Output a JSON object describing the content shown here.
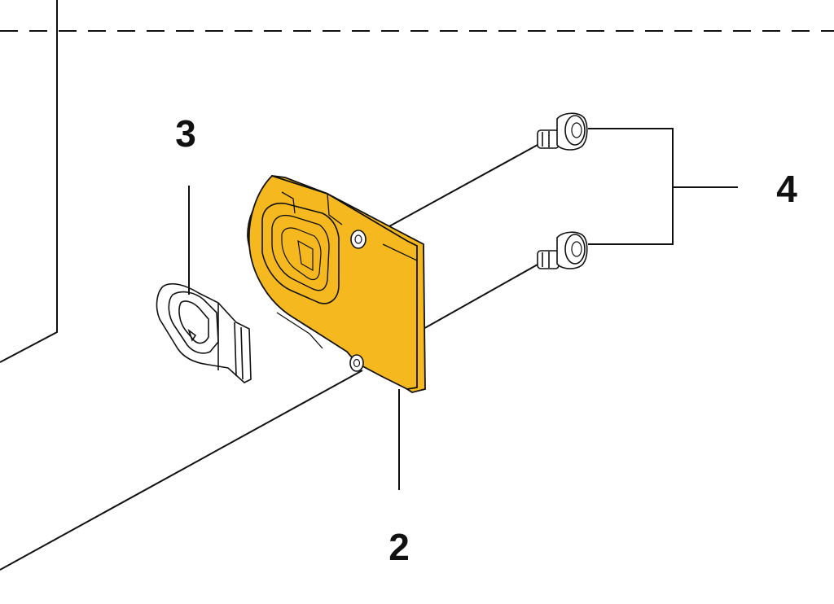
{
  "callouts": {
    "part2": "2",
    "part3": "3",
    "part4": "4"
  },
  "colors": {
    "highlight": "#F5B81E",
    "line": "#111111",
    "background": "#FFFFFF"
  }
}
